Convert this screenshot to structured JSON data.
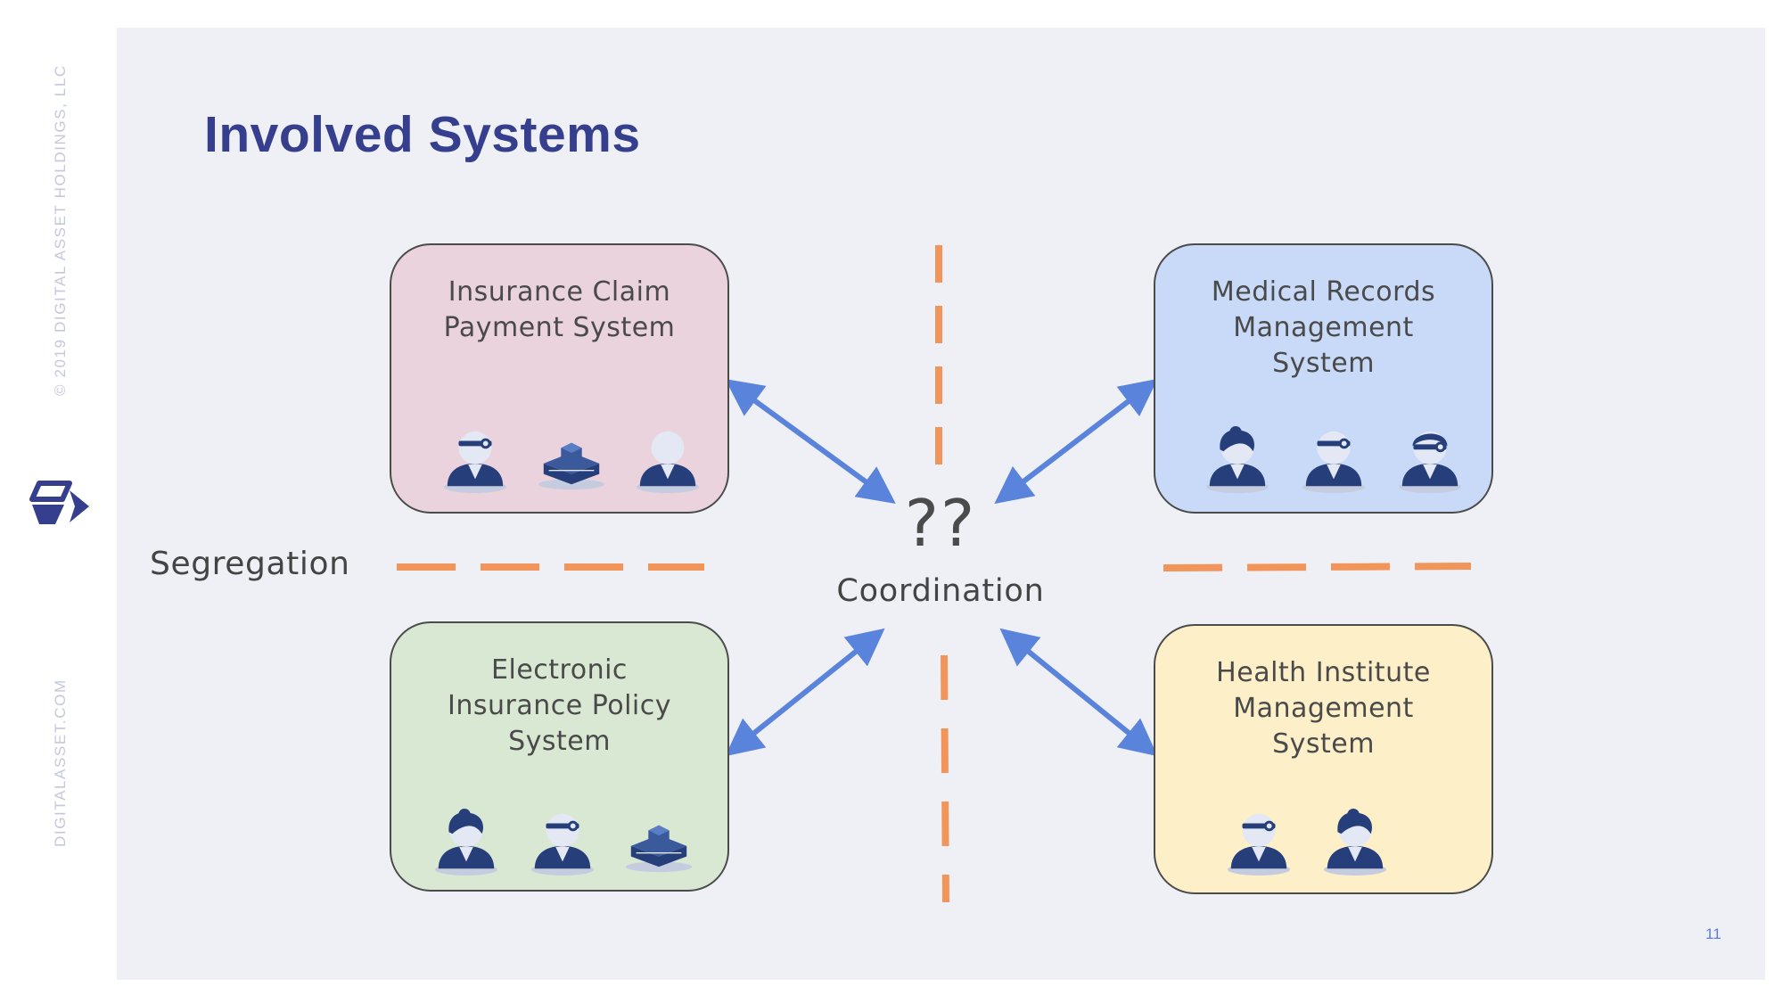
{
  "sidebar": {
    "copyright": "© 2019 DIGITAL ASSET HOLDINGS, LLC",
    "website": "DIGITALASSET.COM"
  },
  "slide": {
    "title": "Involved Systems",
    "page_number": "11"
  },
  "diagram": {
    "center": {
      "question": "??",
      "label": "Coordination"
    },
    "segregation_label": "Segregation",
    "systems": [
      {
        "id": "insurance-claim",
        "label": "Insurance Claim\nPayment System",
        "fill": "#ead3dc",
        "icons": [
          "doctor-icon",
          "hospital-building-icon",
          "bald-person-icon"
        ]
      },
      {
        "id": "medical-records",
        "label": "Medical Records\nManagement\nSystem",
        "fill": "#c8daf8",
        "icons": [
          "woman-icon",
          "doctor-icon",
          "woman-doctor-icon"
        ]
      },
      {
        "id": "insurance-policy",
        "label": "Electronic\nInsurance Policy\nSystem",
        "fill": "#d9e8d3",
        "icons": [
          "woman-icon",
          "doctor-icon",
          "hospital-building-icon"
        ]
      },
      {
        "id": "health-institute",
        "label": "Health Institute\nManagement\nSystem",
        "fill": "#fdf0c9",
        "icons": [
          "doctor-icon",
          "woman-icon"
        ]
      }
    ],
    "colors": {
      "arrow": "#5a84dc",
      "dash": "#f2955a",
      "icon_dark": "#263f7a",
      "icon_light": "#e3e8f4"
    }
  }
}
